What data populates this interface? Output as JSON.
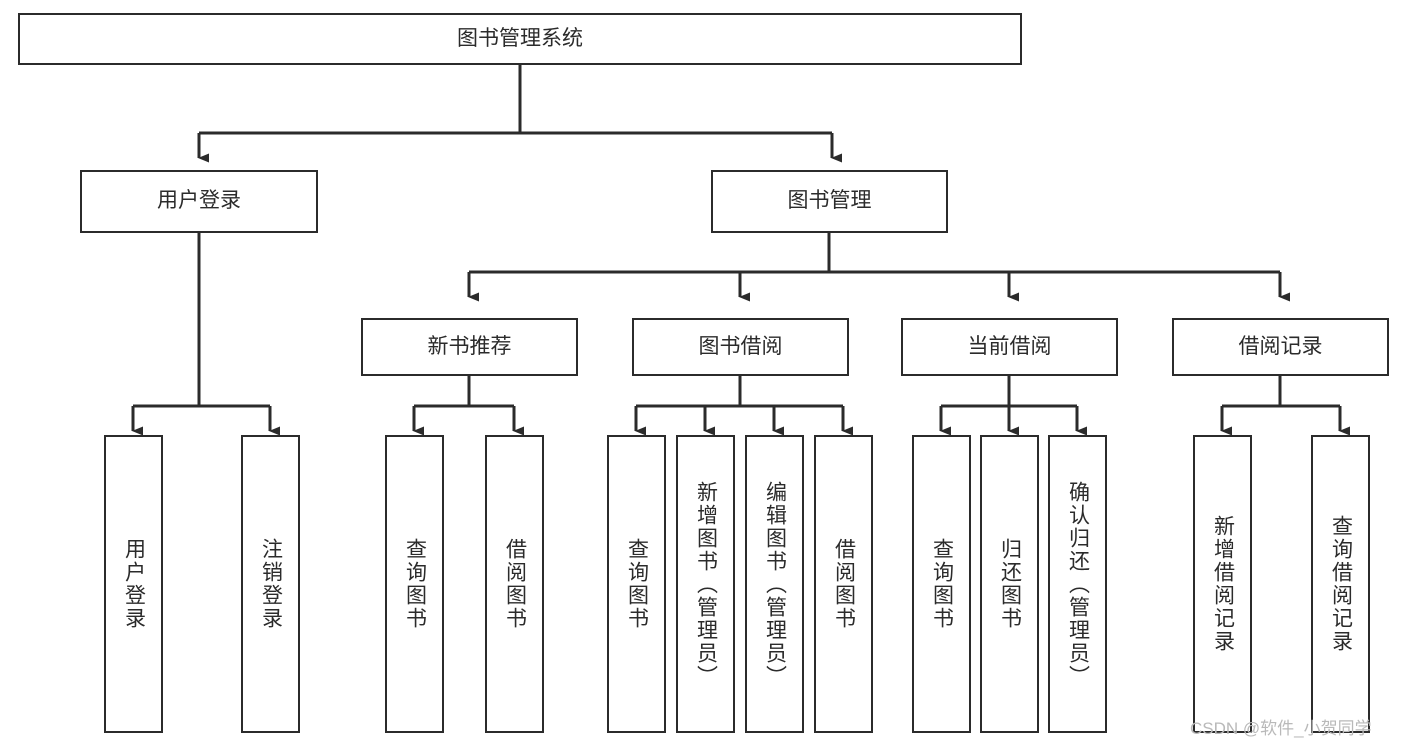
{
  "diagram": {
    "title": "图书管理系统",
    "type": "tree-hierarchy-diagram",
    "colors": {
      "box_border": "#2b2b2b",
      "box_fill": "#ffffff",
      "text": "#2b2b2b",
      "edge": "#2b2b2b",
      "watermark": "#b9b9b9"
    },
    "nodes": {
      "root": {
        "label": "图书管理系统"
      },
      "level2": [
        {
          "id": "user-login",
          "label": "用户登录"
        },
        {
          "id": "book-manage",
          "label": "图书管理"
        }
      ],
      "level3": [
        {
          "id": "new-book-recommend",
          "label": "新书推荐"
        },
        {
          "id": "book-borrow",
          "label": "图书借阅"
        },
        {
          "id": "current-borrow",
          "label": "当前借阅"
        },
        {
          "id": "borrow-record",
          "label": "借阅记录"
        }
      ],
      "leaves": {
        "user-login": [
          {
            "id": "leaf-user-login",
            "label": "用户登录"
          },
          {
            "id": "leaf-logout-login",
            "label": "注销登录"
          }
        ],
        "new-book-recommend": [
          {
            "id": "leaf-query-book-1",
            "label": "查询图书"
          },
          {
            "id": "leaf-borrow-book-1",
            "label": "借阅图书"
          }
        ],
        "book-borrow": [
          {
            "id": "leaf-query-book-2",
            "label": "查询图书"
          },
          {
            "id": "leaf-add-book-admin",
            "label": "新增图书（管理员）"
          },
          {
            "id": "leaf-edit-book-admin",
            "label": "编辑图书（管理员）"
          },
          {
            "id": "leaf-borrow-book-2",
            "label": "借阅图书"
          }
        ],
        "current-borrow": [
          {
            "id": "leaf-query-book-3",
            "label": "查询图书"
          },
          {
            "id": "leaf-return-book",
            "label": "归还图书"
          },
          {
            "id": "leaf-confirm-return-admin",
            "label": "确认归还（管理员）"
          }
        ],
        "borrow-record": [
          {
            "id": "leaf-add-borrow-record",
            "label": "新增借阅记录"
          },
          {
            "id": "leaf-query-borrow-record",
            "label": "查询借阅记录"
          }
        ]
      }
    },
    "watermark": "CSDN @软件_小贺同学"
  }
}
